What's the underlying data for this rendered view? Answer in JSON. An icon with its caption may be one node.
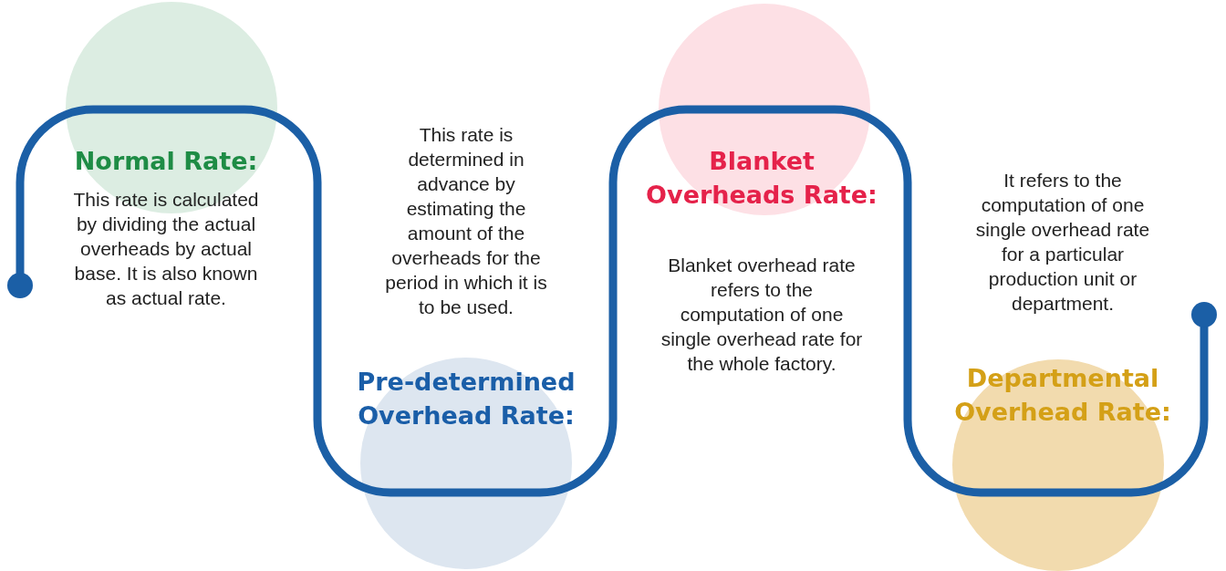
{
  "diagram": {
    "nodes": [
      {
        "text": [
          "Normal Rate:",
          "This rate is calculated by dividing the actual overheads by actual base. It is also known as actual rate."
        ]
      },
      {
        "text": [
          "This rate is determined in advance by estimating the amount of the overheads for the period in which it is to be used.",
          "Pre-determined Overhead Rate:"
        ]
      },
      {
        "text": [
          "Blanket Overheads Rate:",
          "Blanket overhead rate refers to the computation of one single overhead rate for the whole factory."
        ]
      },
      {
        "text": [
          "It refers to the computation of one single overhead rate for a particular production unit or department.",
          "Departmental Overhead Rate:"
        ]
      }
    ]
  }
}
